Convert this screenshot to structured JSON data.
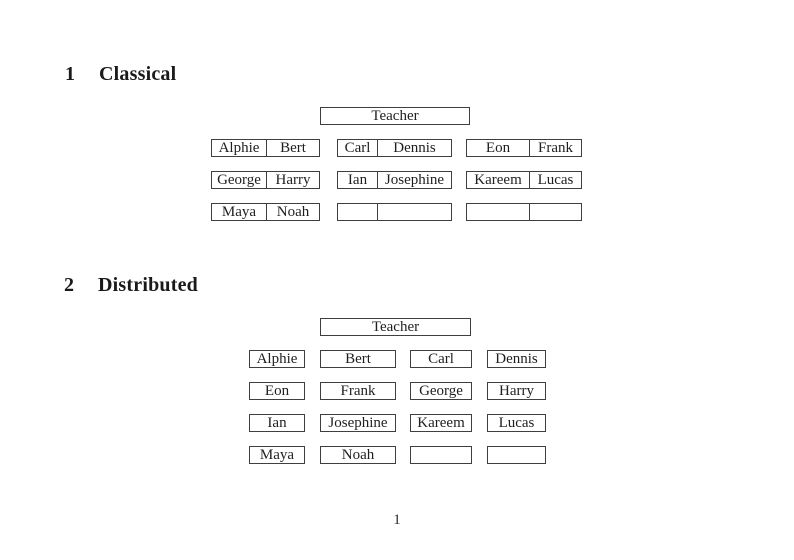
{
  "page": {
    "number": "1"
  },
  "classical": {
    "heading": {
      "number": "1",
      "title": "Classical"
    },
    "teacher": "Teacher",
    "groups": [
      {
        "rows": [
          {
            "left": "Alphie",
            "right": "Bert"
          },
          {
            "left": "George",
            "right": "Harry"
          },
          {
            "left": "Maya",
            "right": "Noah"
          }
        ]
      },
      {
        "rows": [
          {
            "left": "Carl",
            "right": "Dennis"
          },
          {
            "left": "Ian",
            "right": "Josephine"
          },
          {
            "left": "",
            "right": ""
          }
        ]
      },
      {
        "rows": [
          {
            "left": "Eon",
            "right": "Frank"
          },
          {
            "left": "Kareem",
            "right": "Lucas"
          },
          {
            "left": "",
            "right": ""
          }
        ]
      }
    ]
  },
  "distributed": {
    "heading": {
      "number": "2",
      "title": "Distributed"
    },
    "teacher": "Teacher",
    "rows": [
      [
        "Alphie",
        "Bert",
        "Carl",
        "Dennis"
      ],
      [
        "Eon",
        "Frank",
        "George",
        "Harry"
      ],
      [
        "Ian",
        "Josephine",
        "Kareem",
        "Lucas"
      ],
      [
        "Maya",
        "Noah",
        "",
        ""
      ]
    ]
  }
}
